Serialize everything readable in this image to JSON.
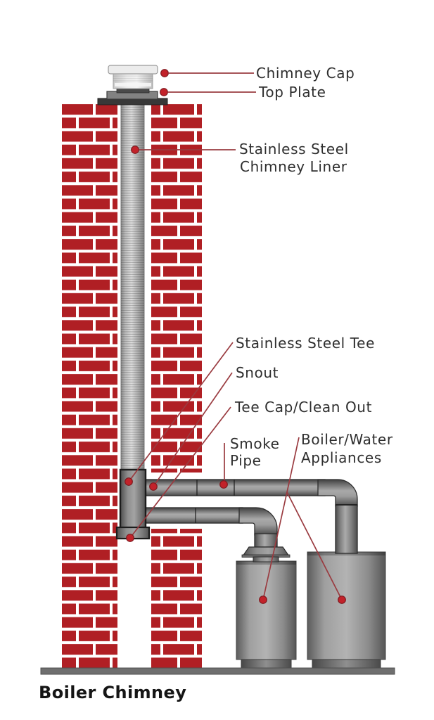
{
  "title": "Boiler Chimney",
  "callouts": {
    "chimney_cap": "Chimney Cap",
    "top_plate": "Top Plate",
    "liner": [
      "Stainless Steel",
      "Chimney Liner"
    ],
    "tee": "Stainless Steel Tee",
    "snout": "Snout",
    "tee_cap": "Tee Cap/Clean Out",
    "smoke_pipe": [
      "Smoke",
      "Pipe"
    ],
    "appliances": [
      "Boiler/Water",
      "Appliances"
    ]
  },
  "colors": {
    "brick_red": "#b01f24",
    "mortar_white": "#ffffff",
    "leader_line_red": "#9a3b40",
    "callout_dot_red": "#c2222a",
    "label_text": "#2e2e2e",
    "title_text": "#151515",
    "metal_gray": "#a3a3a3",
    "floor_gray": "#6f6f6f"
  }
}
